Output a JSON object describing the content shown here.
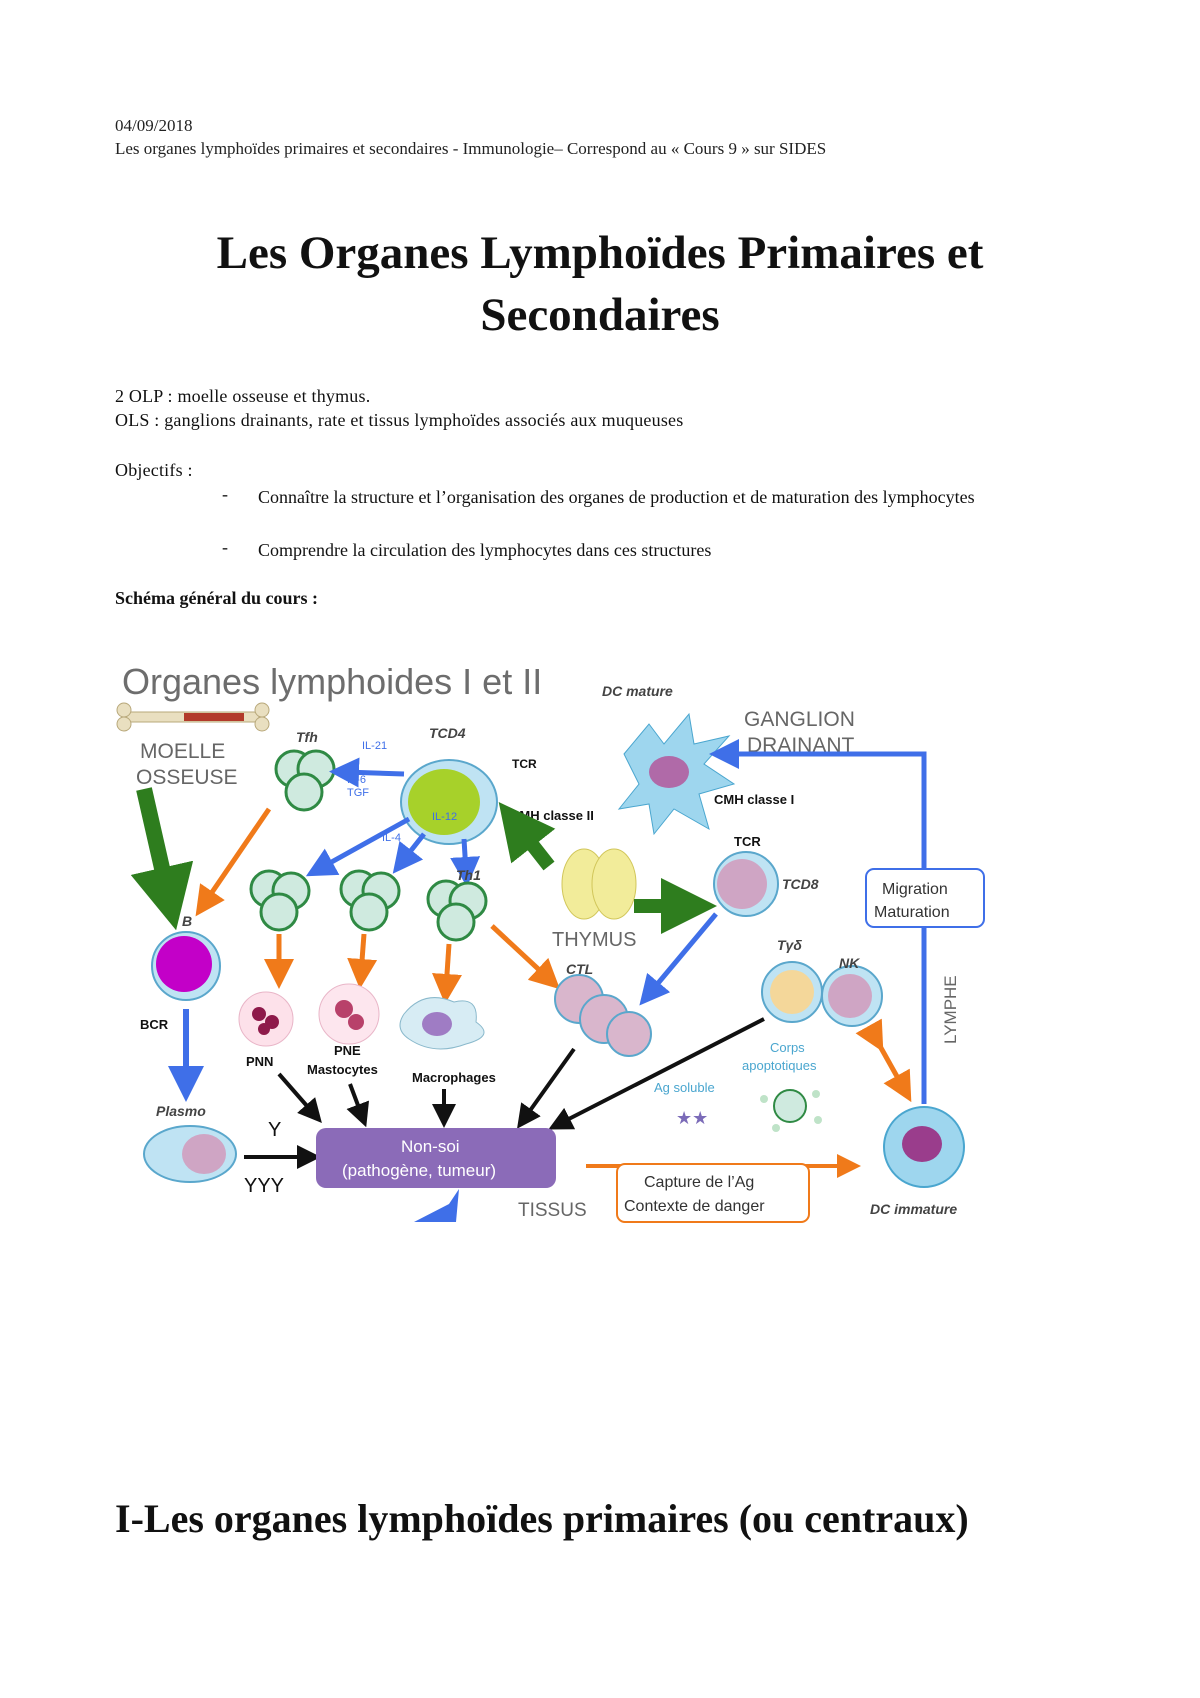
{
  "header": {
    "date": "04/09/2018",
    "subtitle": "Les organes lymphoïdes primaires et secondaires - Immunologie– Correspond au « Cours 9 » sur SIDES"
  },
  "title": {
    "line1": "Les Organes Lymphoïdes Primaires et",
    "line2": "Secondaires"
  },
  "intro": {
    "olp": "2 OLP : moelle osseuse et thymus.",
    "ols": "OLS : ganglions drainants, rate et tissus lymphoïdes associés aux muqueuses"
  },
  "objectifs": {
    "label": "Objectifs :",
    "items": [
      "Connaître la structure et l’organisation des organes de production et de maturation des lymphocytes",
      "Comprendre la circulation des lymphocytes dans ces structures"
    ]
  },
  "schema_label": "Schéma général du cours :",
  "diagram": {
    "title": "Organes lymphoides I et II",
    "moelle": [
      "MOELLE",
      "OSSEUSE"
    ],
    "ganglion": [
      "GANGLION",
      "DRAINANT"
    ],
    "thymus": "THYMUS",
    "lymphe": "LYMPHE",
    "tissus": "TISSUS",
    "cells": {
      "tcd4": "TCD4",
      "tfh": "Tfh",
      "th1": "Th1",
      "b": "B",
      "bcr": "BCR",
      "plasmo": "Plasmo",
      "dc_mature": "DC mature",
      "dc_immature": "DC immature",
      "tcd8": "TCD8",
      "ctl": "CTL",
      "tgd": "Tγδ",
      "nk": "NK",
      "pnn": "PNN",
      "pne": "PNE",
      "mastocytes": "Mastocytes",
      "macrophages": "Macrophages",
      "tcr": "TCR",
      "tcr2": "TCR",
      "cmh2": "CMH classe II",
      "cmh1": "CMH classe I",
      "corps": [
        "Corps",
        "apoptotiques"
      ],
      "ag_soluble": "Ag soluble"
    },
    "cytokines": {
      "il21": "IL-21",
      "il6": "IL-6",
      "tgf": "TGF",
      "il4": "IL-4",
      "il12": "IL-12"
    },
    "nonsoi": [
      "Non-soi",
      "(pathogène, tumeur)"
    ],
    "migration": [
      "Migration",
      "Maturation"
    ],
    "capture": [
      "Capture de l’Ag",
      "Contexte de danger"
    ],
    "colors": {
      "blue_arrow": "#3f6fe8",
      "orange_arrow": "#f07a1a",
      "green_arrow": "#2e7d1e",
      "nonsoi_box": "#8b6bb8",
      "label_gray": "#666666"
    }
  },
  "section1": "I-Les organes lymphoïdes primaires (ou centraux)"
}
